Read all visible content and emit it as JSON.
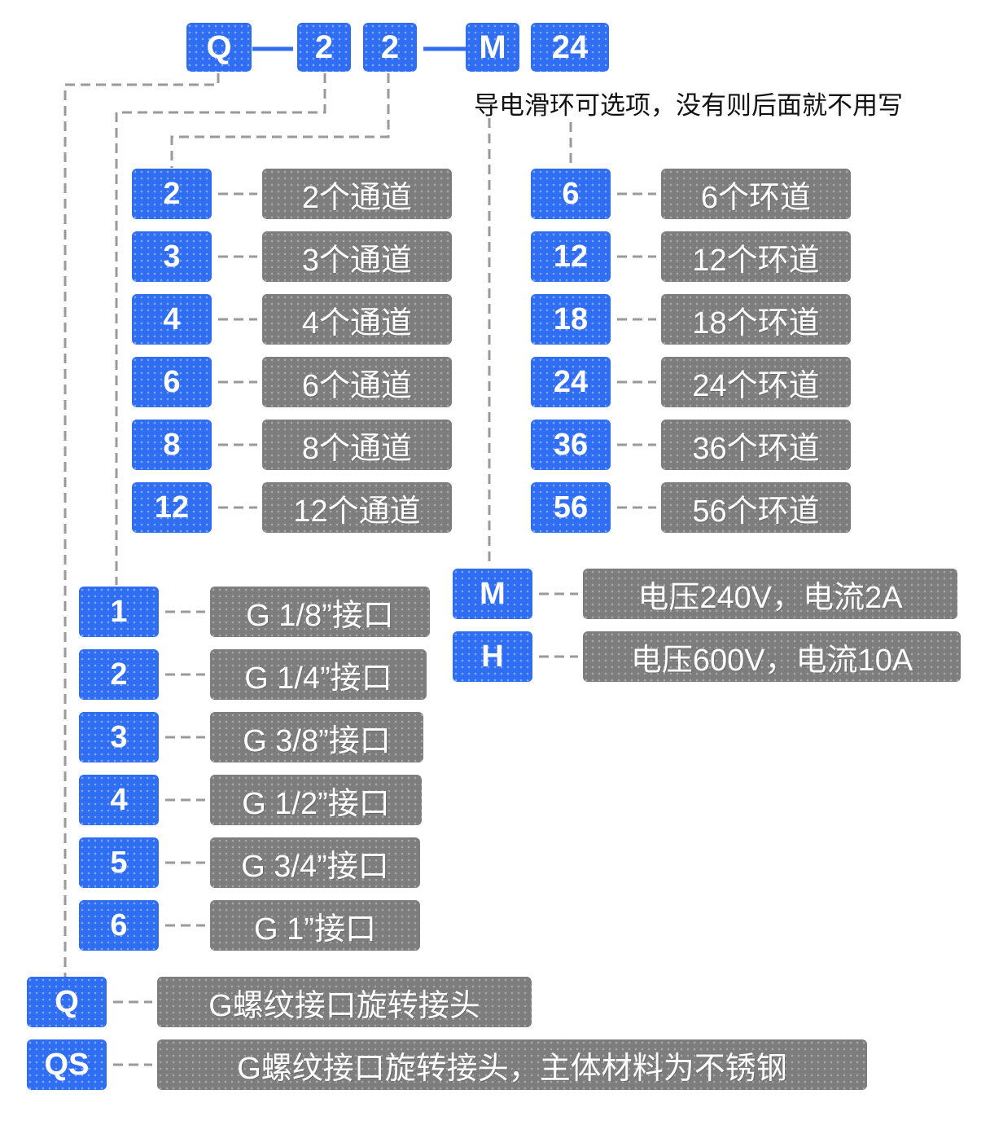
{
  "model_code": [
    "Q",
    "2",
    "2",
    "M",
    "24"
  ],
  "ring_note": "导电滑环可选项，没有则后面就不用写",
  "channels": [
    {
      "code": "2",
      "label": "2个通道"
    },
    {
      "code": "3",
      "label": "3个通道"
    },
    {
      "code": "4",
      "label": "4个通道"
    },
    {
      "code": "6",
      "label": "6个通道"
    },
    {
      "code": "8",
      "label": "8个通道"
    },
    {
      "code": "12",
      "label": "12个通道"
    }
  ],
  "rings": [
    {
      "code": "6",
      "label": "6个环道"
    },
    {
      "code": "12",
      "label": "12个环道"
    },
    {
      "code": "18",
      "label": "18个环道"
    },
    {
      "code": "24",
      "label": "24个环道"
    },
    {
      "code": "36",
      "label": "36个环道"
    },
    {
      "code": "56",
      "label": "56个环道"
    }
  ],
  "ports": [
    {
      "code": "1",
      "label": "G 1/8”接口"
    },
    {
      "code": "2",
      "label": "G 1/4”接口"
    },
    {
      "code": "3",
      "label": "G 3/8”接口"
    },
    {
      "code": "4",
      "label": "G 1/2”接口"
    },
    {
      "code": "5",
      "label": "G 3/4”接口"
    },
    {
      "code": "6",
      "label": "G 1”接口"
    }
  ],
  "voltage": [
    {
      "code": "M",
      "label": "电压240V，电流2A"
    },
    {
      "code": "H",
      "label": "电压600V，电流10A"
    }
  ],
  "series": [
    {
      "code": "Q",
      "label": "G螺纹接口旋转接头"
    },
    {
      "code": "QS",
      "label": "G螺纹接口旋转接头，主体材料为不锈钢"
    }
  ],
  "colors": {
    "code_box": "#2f6df3",
    "desc_box": "#7d7d7d",
    "connector": "#9a9a9a"
  }
}
